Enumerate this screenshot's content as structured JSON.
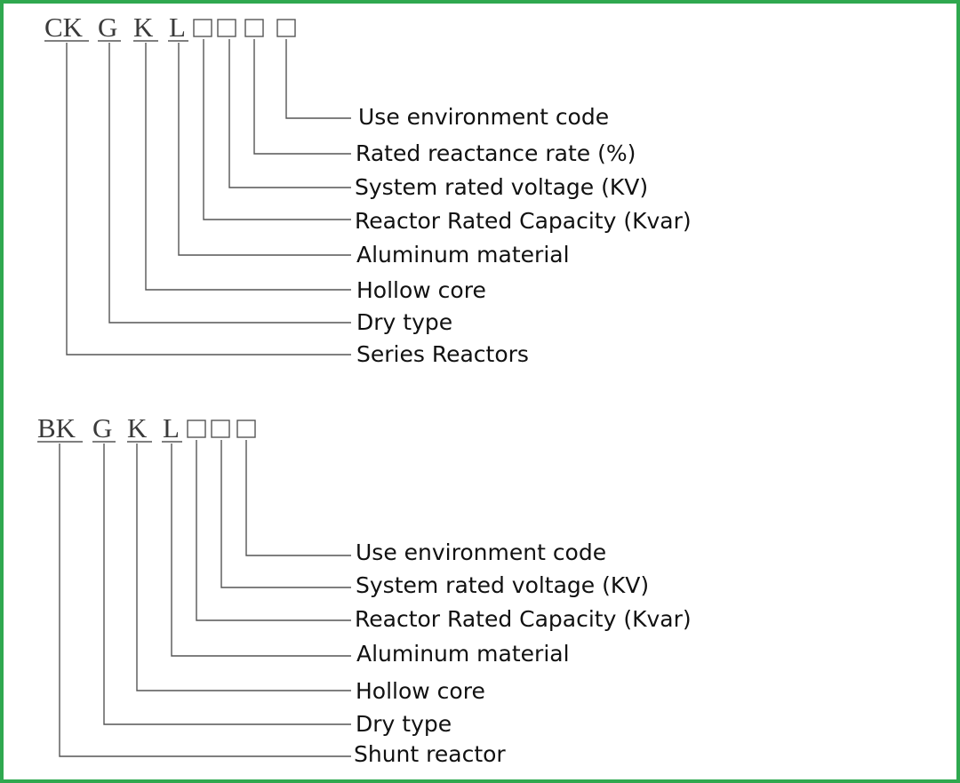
{
  "colors": {
    "border": "#2fa84f",
    "line": "#555555",
    "text": "#111111"
  },
  "diagrams": [
    {
      "code_letters": [
        "CK",
        "G",
        "K",
        "L"
      ],
      "placeholder_count": 4,
      "labels": [
        "Use environment code",
        "Rated reactance rate (%)",
        "System rated voltage (KV)",
        "Reactor Rated Capacity (Kvar)",
        "Aluminum material",
        "Hollow core",
        "Dry type",
        "Series Reactors"
      ]
    },
    {
      "code_letters": [
        "BK",
        "G",
        "K",
        "L"
      ],
      "placeholder_count": 3,
      "labels": [
        "Use environment code",
        "System rated voltage (KV)",
        "Reactor Rated Capacity (Kvar)",
        "Aluminum material",
        "Hollow core",
        "Dry type",
        "Shunt reactor"
      ]
    }
  ]
}
